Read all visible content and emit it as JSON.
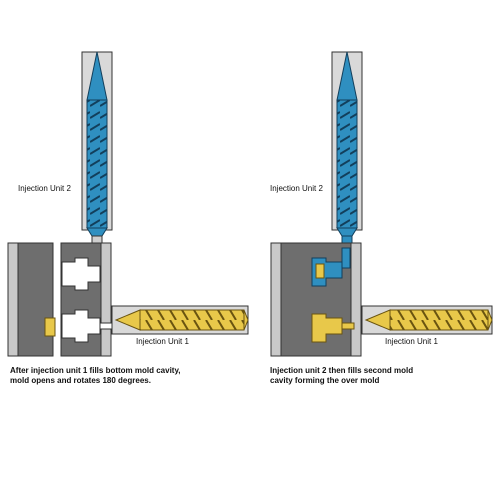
{
  "left_panel": {
    "unit2_label": "Injection Unit 2",
    "unit1_label": "Injection Unit 1",
    "caption_line1": "After injection unit 1 fills bottom mold cavity,",
    "caption_line2": "mold opens and rotates 180 degrees."
  },
  "right_panel": {
    "unit2_label": "Injection Unit 2",
    "unit1_label": "Injection Unit 1",
    "caption_line1": "Injection unit 2 then fills second mold",
    "caption_line2": "cavity forming the over mold"
  },
  "colors": {
    "unit2_material": "#2f8fc0",
    "unit1_material": "#e8c84a",
    "mold_dark": "#6e6e6e",
    "mold_light": "#c9c9c9",
    "background": "#ffffff"
  }
}
